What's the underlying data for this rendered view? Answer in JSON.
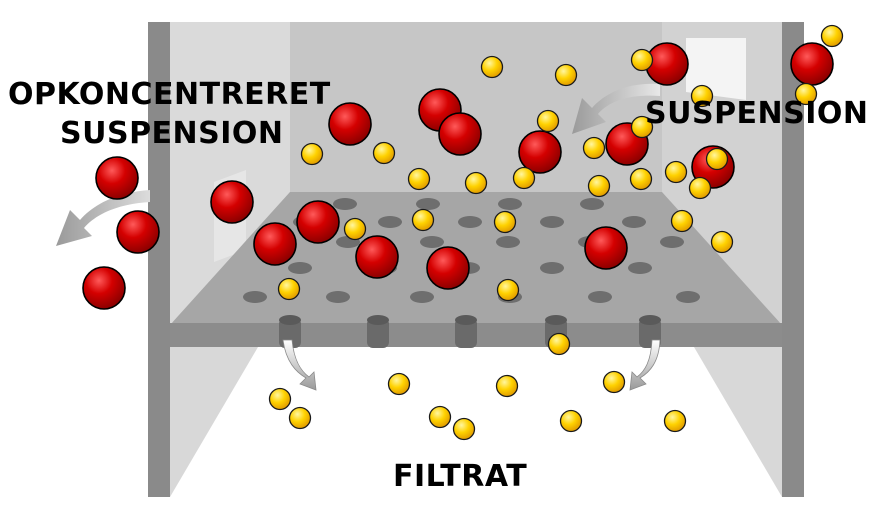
{
  "labels": {
    "concentrated_line1": "OPKONCENTRERET",
    "concentrated_line2": "SUSPENSION",
    "suspension": "SUSPENSION",
    "filtrate": "FILTRAT"
  },
  "colors": {
    "large_particle": "#d40000",
    "small_particle": "#ffcc00",
    "frame_dark": "#8a8a8a",
    "wall_light": "#d6d6d6",
    "filter_plate": "#a6a6a6",
    "hole": "#6e6e6e"
  }
}
